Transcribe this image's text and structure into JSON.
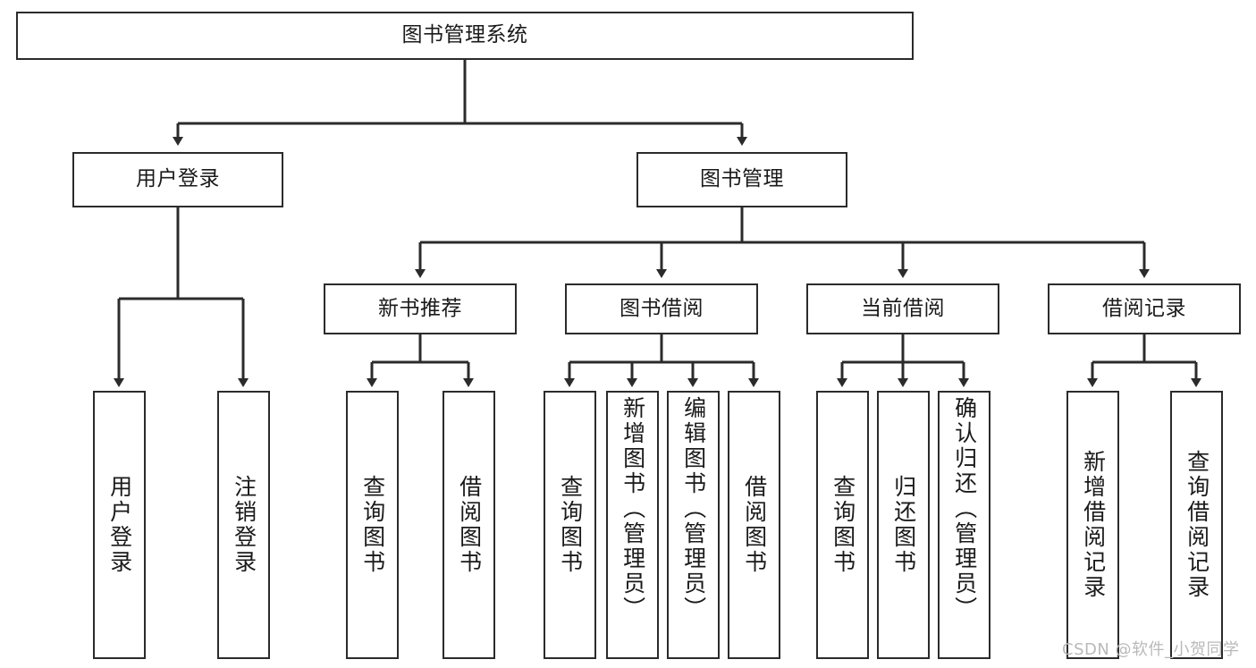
{
  "diagram": {
    "type": "tree",
    "title": "图书管理系统",
    "watermark": "CSDN @软件_小贺同学",
    "colors": {
      "box_border": "#2b2b2b",
      "box_fill": "#ffffff",
      "connector": "#2b2b2b",
      "text": "#1a1a1a",
      "watermark": "#b9b9b9",
      "background": "#ffffff"
    },
    "levels": {
      "root": "图书管理系统",
      "level2": [
        "用户登录",
        "图书管理"
      ],
      "level3": [
        "新书推荐",
        "图书借阅",
        "当前借阅",
        "借阅记录"
      ],
      "level4_groups": [
        {
          "parent": "用户登录",
          "children": [
            "用户登录",
            "注销登录"
          ]
        },
        {
          "parent": "新书推荐",
          "children": [
            "查询图书",
            "借阅图书"
          ]
        },
        {
          "parent": "图书借阅",
          "children": [
            "查询图书",
            "新增图书（管理员）",
            "编辑图书（管理员）",
            "借阅图书"
          ]
        },
        {
          "parent": "当前借阅",
          "children": [
            "查询图书",
            "归还图书",
            "确认归还（管理员）"
          ]
        },
        {
          "parent": "借阅记录",
          "children": [
            "新增借阅记录",
            "查询借阅记录"
          ]
        }
      ]
    },
    "nodes": {
      "root": {
        "label": "图书管理系统"
      },
      "user_login": {
        "label": "用户登录"
      },
      "book_manage": {
        "label": "图书管理"
      },
      "new_book_rec": {
        "label": "新书推荐"
      },
      "book_borrow": {
        "label": "图书借阅"
      },
      "current_borrow": {
        "label": "当前借阅"
      },
      "borrow_record": {
        "label": "借阅记录"
      },
      "leaf_user_login": {
        "label": "用户登录"
      },
      "leaf_user_logout": {
        "label": "注销登录"
      },
      "leaf_rec_query": {
        "label": "查询图书"
      },
      "leaf_rec_borrow": {
        "label": "借阅图书"
      },
      "leaf_borrow_query": {
        "label": "查询图书"
      },
      "leaf_borrow_add": {
        "label": "新增图书（管理员）"
      },
      "leaf_borrow_edit": {
        "label": "编辑图书（管理员）"
      },
      "leaf_borrow_lend": {
        "label": "借阅图书"
      },
      "leaf_cur_query": {
        "label": "查询图书"
      },
      "leaf_cur_return": {
        "label": "归还图书"
      },
      "leaf_cur_confirm": {
        "label": "确认归还（管理员）"
      },
      "leaf_rec_add": {
        "label": "新增借阅记录"
      },
      "leaf_rec_query2": {
        "label": "查询借阅记录"
      }
    }
  }
}
